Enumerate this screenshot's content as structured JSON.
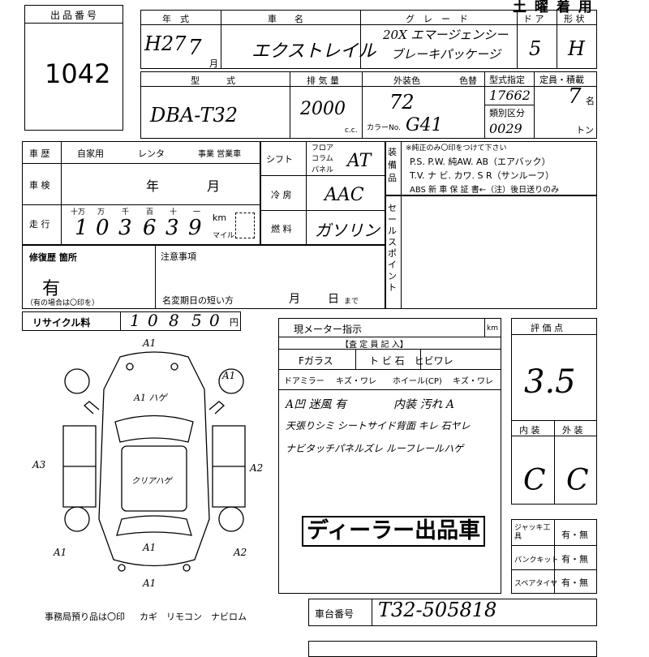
{
  "header": {
    "lot_label": "出品番号",
    "lot_number": "1042",
    "title": "土 曜 着 用"
  },
  "row1": {
    "year_label": "年　式",
    "year_value": "H27",
    "month_value": "7",
    "month_unit": "月",
    "car_label": "車　　名",
    "car_value": "エクストレイル",
    "grade_label": "グ　レ　ー　ド",
    "grade_value_1": "20X エマージェンシー",
    "grade_value_2": "ブレーキパッケージ",
    "door_label": "ド ア",
    "door_value": "5",
    "shape_label": "形 状",
    "shape_value": "H"
  },
  "row2": {
    "model_label": "型　　　式",
    "model_value": "DBA-T32",
    "cc_label": "排 気 量",
    "cc_value": "2000",
    "cc_unit": "c.c.",
    "color_label": "外装色",
    "color_num_label": "色替",
    "color_value": "72",
    "color_no_label": "カラーNo.",
    "color_no_value": "G41",
    "type_spec_label": "型式指定",
    "type_spec_value": "17662",
    "class_label": "類別区分",
    "class_value": "0029",
    "capacity_label": "定員・積載",
    "capacity_value": "7",
    "capacity_unit": "名",
    "ton_unit": "トン"
  },
  "history": {
    "label": "車 歴",
    "opt_private": "自家用",
    "opt_rental": "レンタ",
    "opt_business": "事業 営業車",
    "shaken_label": "車 検",
    "year_unit": "年",
    "month_unit": "月",
    "mileage_label": "走 行",
    "digit_labels": [
      "十万",
      "万",
      "千",
      "百",
      "十",
      "一"
    ],
    "mileage_digits": [
      "1",
      "0",
      "3",
      "6",
      "3",
      "9"
    ],
    "km_unit": "km",
    "mile_unit": "マイル"
  },
  "shift": {
    "shift_label": "シフト",
    "floor": "フロア",
    "column": "コラム",
    "panel": "パネル",
    "shift_value": "AT",
    "ac_label": "冷 房",
    "ac_value": "AAC",
    "fuel_label": "燃 料",
    "fuel_value": "ガソリン"
  },
  "equipment": {
    "label": "装備品",
    "note": "※純正のみ〇印をつけて下さい",
    "line1": "P.S.  P.W.  純AW.  AB（エアバック）",
    "line2": "T.V.  ナ ビ. カワ.  S R（サンルーフ）",
    "line3": "ABS   新 車 保 証 書←（注）後日送りのみ"
  },
  "sales_point": {
    "label": "セールスポイント"
  },
  "repair": {
    "label": "修復歴 箇所",
    "value": "有",
    "note": "（有の場合は〇印を）"
  },
  "notes": {
    "label": "注意事項",
    "expiry_label": "名変期日の短い方",
    "month_unit": "月",
    "day_unit": "日",
    "until": "まで"
  },
  "recycle": {
    "label": "リサイクル料",
    "digits": [
      "1",
      "0",
      "8",
      "5",
      "0"
    ],
    "yen": "円"
  },
  "inspection": {
    "meter_label": "現メーター指示",
    "meter_unit": "km",
    "inspector_label": "【査 定 員 記 入】",
    "glass_label": "Fガラス",
    "glass_opts": "ト ビ 石　ヒビワレ",
    "mirror_label": "ドアミラー",
    "mirror_opts": "キズ・ワレ",
    "wheel_label": "ホイール(CP)",
    "wheel_opts": "キズ・ワレ",
    "memo_1": "A凹 迷風 有",
    "memo_1b": "内装 汚れ A",
    "memo_2": "天張りシミ  シートサイド背面 キレ  石ヤレ",
    "memo_3": "ナビタッチパネルズレ   ルーフレールハゲ",
    "stamp": "ディーラー出品車"
  },
  "evaluation": {
    "label": "評 価 点",
    "score": "3.5",
    "interior_label": "内 装",
    "exterior_label": "外 装",
    "interior_value": "C",
    "exterior_value": "C"
  },
  "accessories": {
    "jack_label": "ジャッキ工具",
    "puncture_label": "パンクキット",
    "spare_label": "スペアタイヤ",
    "yes_no": "有・無"
  },
  "chassis": {
    "label": "車台番号",
    "value": "T32-505818"
  },
  "diagram": {
    "marks": [
      "A1",
      "A1",
      "A1",
      "A2",
      "A3",
      "A1",
      "A1",
      "A2",
      "A1"
    ],
    "center_note": "クリアハゲ",
    "top_note": "A1 ハゲ"
  },
  "footer": {
    "office_note": "事務局預り品は〇印",
    "items": "カギ　リモコン　ナビロム"
  }
}
